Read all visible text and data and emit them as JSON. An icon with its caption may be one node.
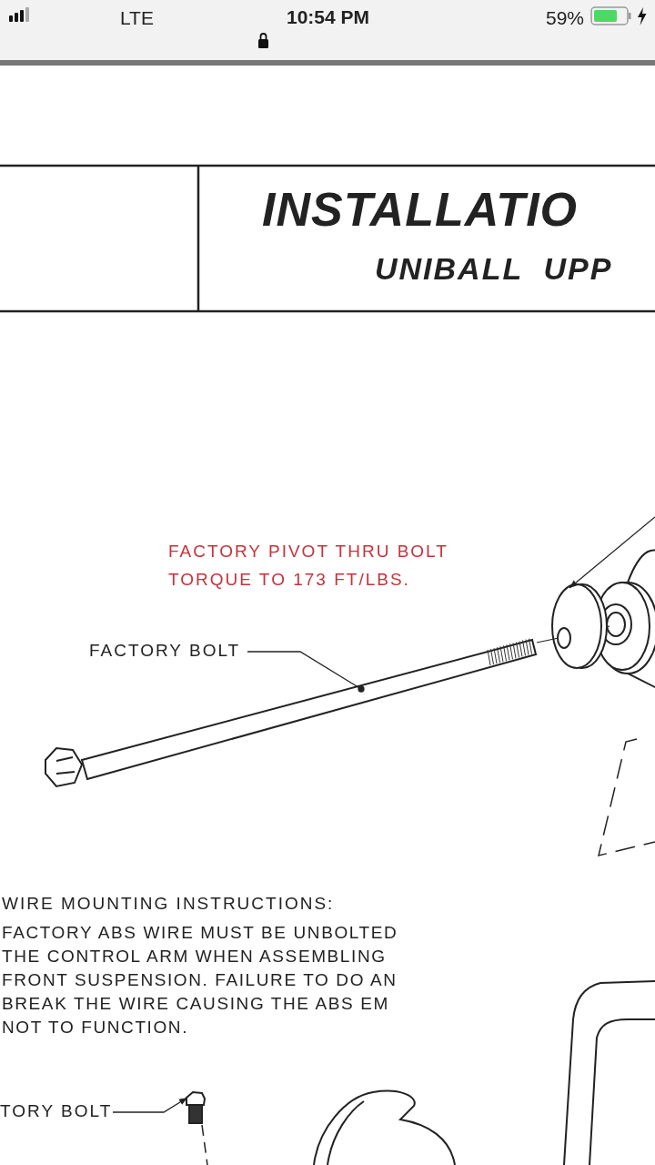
{
  "diagram": {
    "title": "INSTALLATIO",
    "nodes": [
      {
        "text": [
          "FACTORY BOLT"
        ]
      },
      {
        "text": [],
        "shape": "picture"
      },
      {
        "text": [],
        "shape": "picture"
      },
      {
        "text": [
          "TORY BOLT"
        ]
      },
      {
        "text": [],
        "shape": "picture"
      }
    ],
    "edges": [
      {
        "from": 0,
        "to": 1,
        "arrow": "other"
      },
      {
        "from": null,
        "to": 2,
        "arrow": "to"
      },
      {
        "from": 3,
        "to": 4,
        "arrow": "to"
      },
      {
        "from": 1,
        "to": 2,
        "arrow": "none"
      }
    ],
    "labels": [
      "LTE",
      "10:54 PM",
      "59%",
      "UNIBALL  UPP",
      "FACTORY PIVOT THRU BOLT TORQUE TO 173 FT/LBS.",
      "WIRE MOUNTING INSTRUCTIONS:",
      "FACTORY ABS WIRE MUST BE UNBOLTED THE CONTROL ARM WHEN ASSEMBLING FRONT SUSPENSION. FAILURE TO DO AN BREAK THE WIRE CAUSING THE ABS EM NOT TO FUNCTION."
    ]
  }
}
